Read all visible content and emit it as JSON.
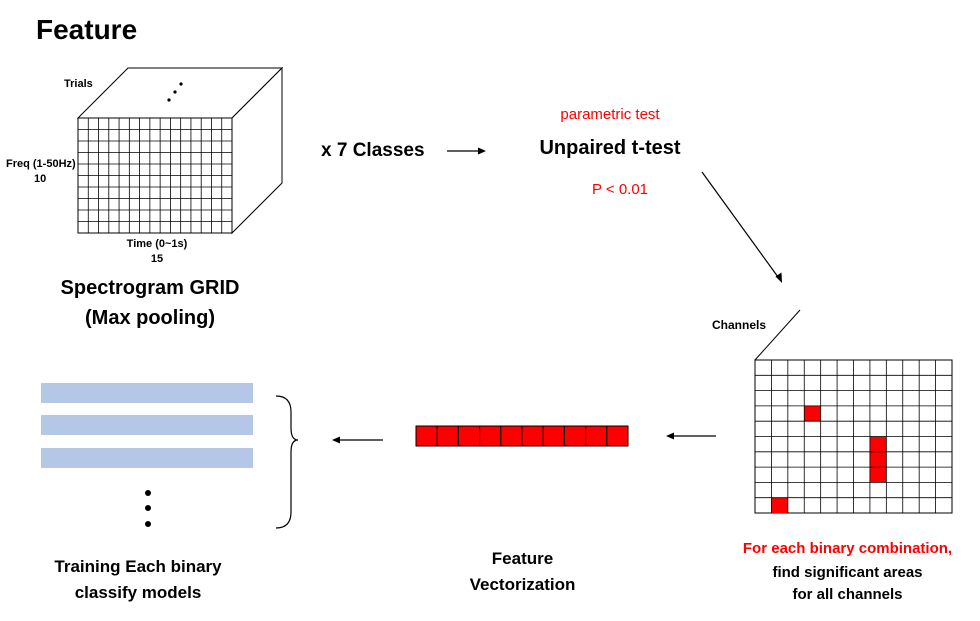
{
  "title": "Feature",
  "spectrogram": {
    "trials_label": "Trials",
    "freq_label": "Freq (1-50Hz)",
    "freq_count": "10",
    "time_label": "Time (0~1s)",
    "time_count": "15",
    "caption_line1": "Spectrogram GRID",
    "caption_line2": "(Max pooling)",
    "rows": 10,
    "cols": 15
  },
  "classes_label": "x 7 Classes",
  "test": {
    "type_label": "parametric test",
    "name": "Unpaired t-test",
    "p_value": "P < 0.01"
  },
  "channel_grid": {
    "channels_label": "Channels",
    "rows": 10,
    "cols": 12,
    "significant_cells": [
      [
        3,
        3
      ],
      [
        5,
        7
      ],
      [
        6,
        7
      ],
      [
        7,
        7
      ],
      [
        9,
        1
      ]
    ],
    "highlight_color": "#ff0000",
    "caption_red": "For each binary combination,",
    "caption_line2": "find significant areas",
    "caption_line3": "for all channels"
  },
  "vectorization": {
    "cells": 10,
    "color": "#ff0000",
    "caption_line1": "Feature",
    "caption_line2": "Vectorization"
  },
  "models": {
    "bar_count": 3,
    "bar_color": "#b4c7e7",
    "caption_line1": "Training Each binary",
    "caption_line2": "classify models"
  }
}
